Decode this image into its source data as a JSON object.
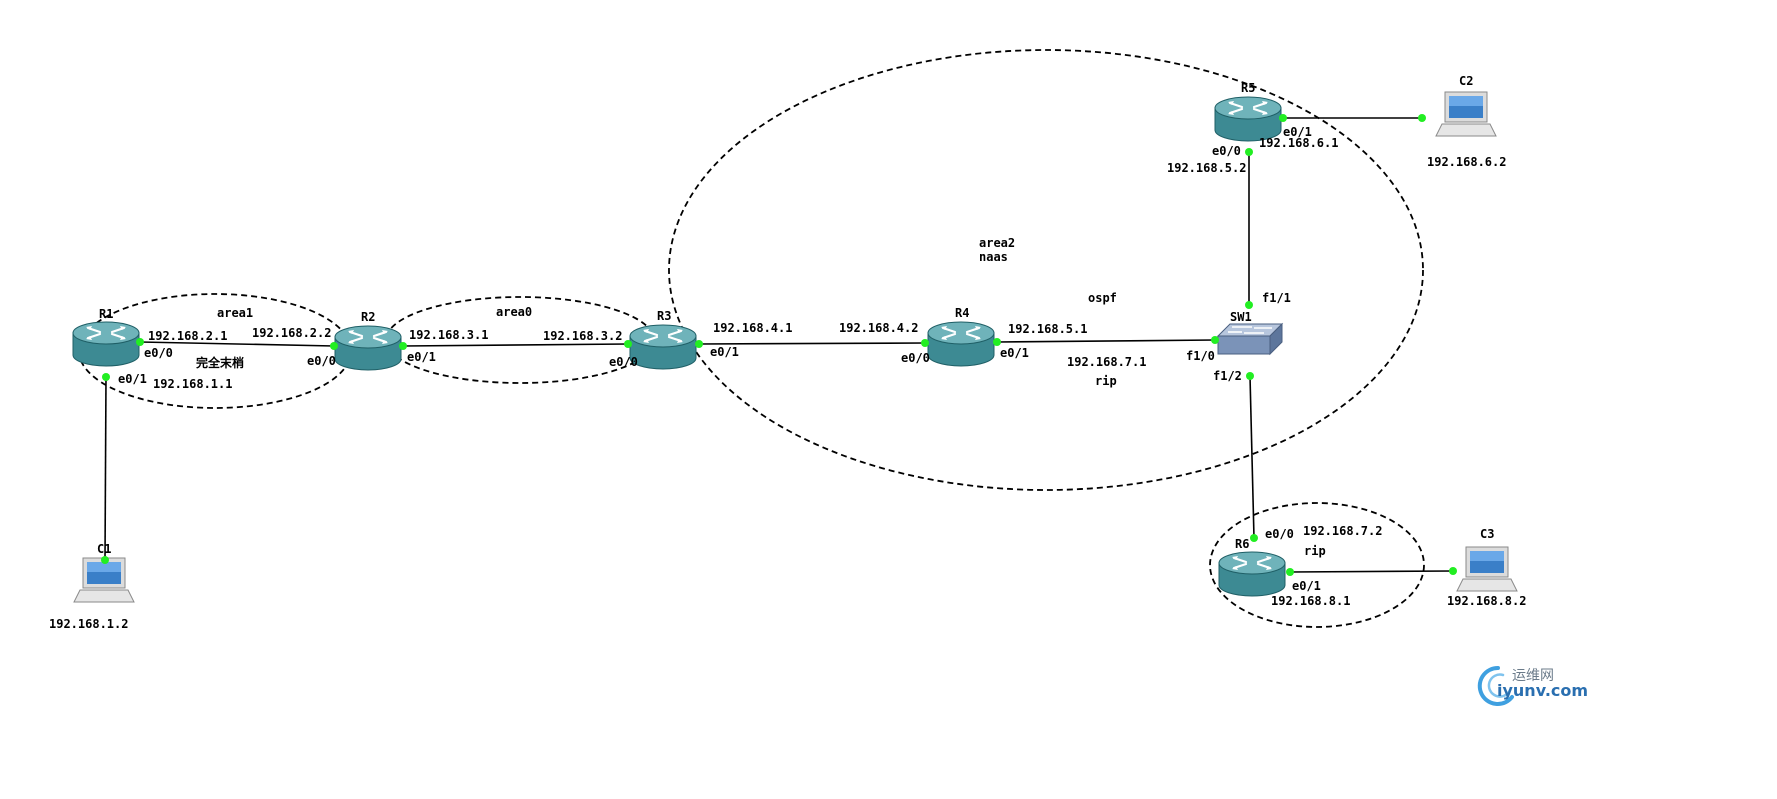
{
  "devices": {
    "r1": "R1",
    "r2": "R2",
    "r3": "R3",
    "r4": "R4",
    "r5": "R5",
    "r6": "R6",
    "sw1": "SW1",
    "c1": "C1",
    "c2": "C2",
    "c3": "C3"
  },
  "zones": {
    "area1": "area1",
    "area1_note": "完全末梢",
    "area0": "area0",
    "area2": "area2",
    "area2_note": "naas",
    "ospf": "ospf",
    "rip_left": "rip",
    "rip_r6": "rip"
  },
  "labels": {
    "r1_e00_ip": "192.168.2.1",
    "r1_e00_if": "e0/0",
    "r1_e01_if": "e0/1",
    "r1_e01_ip": "192.168.1.1",
    "r2_e00_ip": "192.168.2.2",
    "r2_e00_if": "e0/0",
    "r2_e01_ip": "192.168.3.1",
    "r2_e01_if": "e0/1",
    "r3_e00_ip": "192.168.3.2",
    "r3_e00_if": "e0/0",
    "r3_e01_ip": "192.168.4.1",
    "r3_e01_if": "e0/1",
    "r4_e00_ip": "192.168.4.2",
    "r4_e00_if": "e0/0",
    "r4_e01_ip": "192.168.5.1",
    "r4_e01_if": "e0/1",
    "r4_rip_ip": "192.168.7.1",
    "r5_e00_if": "e0/0",
    "r5_e00_ip": "192.168.5.2",
    "r5_e01_if": "e0/1",
    "r5_e01_ip": "192.168.6.1",
    "sw_f11": "f1/1",
    "sw_f10": "f1/0",
    "sw_f12": "f1/2",
    "r6_e00_if": "e0/0",
    "r6_e00_ip": "192.168.7.2",
    "r6_e01_if": "e0/1",
    "r6_e01_ip": "192.168.8.1",
    "c1_ip": "192.168.1.2",
    "c2_ip": "192.168.6.2",
    "c3_ip": "192.168.8.2"
  },
  "watermark": {
    "cn": "运维网",
    "en": "iyunv.com"
  },
  "colors": {
    "router_body": "#3d8a93",
    "router_top": "#6fb3ba",
    "switch_body": "#7b93b8",
    "port_dot": "#22ee22",
    "link": "#000000"
  }
}
